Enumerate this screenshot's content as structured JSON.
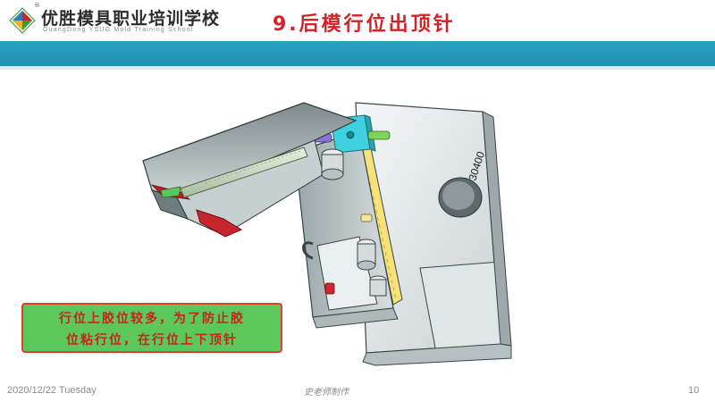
{
  "header": {
    "school_name": "优胜模具职业培训学校",
    "school_name_en": "GuangDong YSUG Mold Training School",
    "registered_mark": "®",
    "logo_icon": "ysug-diamond-logo-icon"
  },
  "slide": {
    "title": "9.后模行位出顶针",
    "note_line1": "行位上胶位较多，为了防止胶",
    "note_line2": "位粘行位，在行位上下顶针"
  },
  "drawing": {
    "part_number": "30400"
  },
  "footer": {
    "date": "2020/12/22 Tuesday",
    "author": "史老师制作",
    "page_number": "10"
  },
  "colors": {
    "title_red": "#d2232a",
    "band_teal": "#1f8fb0",
    "note_green": "#5cc85c",
    "note_text": "#c8231c"
  }
}
